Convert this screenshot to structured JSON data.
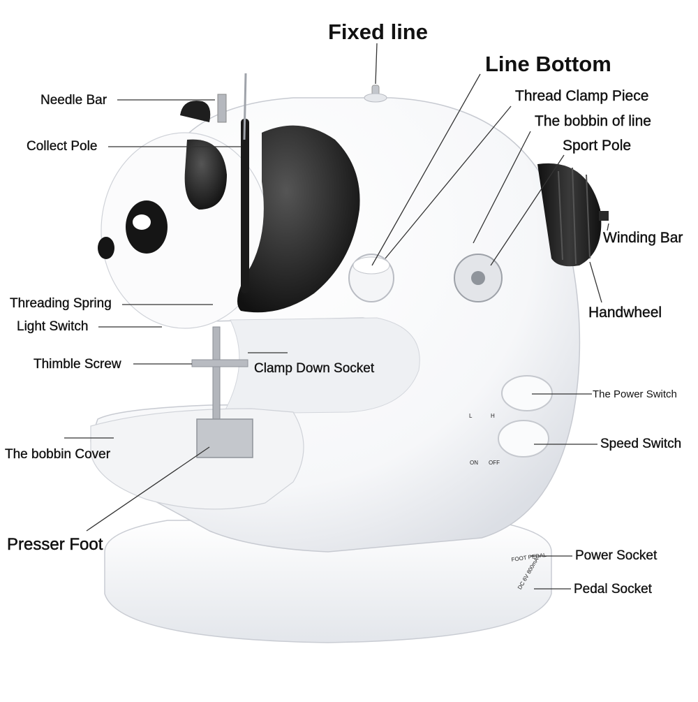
{
  "labels": {
    "fixed_line": "Fixed line",
    "line_bottom": "Line Bottom",
    "thread_clamp_piece": "Thread Clamp Piece",
    "bobbin_of_line": "The bobbin of line",
    "sport_pole": "Sport Pole",
    "winding_bar": "Winding Bar",
    "handwheel": "Handwheel",
    "needle_bar": "Needle Bar",
    "collect_pole": "Collect Pole",
    "threading_spring": "Threading Spring",
    "light_switch": "Light Switch",
    "thimble_screw": "Thimble Screw",
    "clamp_down_socket": "Clamp Down Socket",
    "power_switch": "The Power Switch",
    "speed_switch": "Speed Switch",
    "bobbin_cover": "The bobbin Cover",
    "presser_foot": "Presser Foot",
    "power_socket": "Power Socket",
    "pedal_socket": "Pedal Socket"
  },
  "switch_marks": {
    "low": "L",
    "high": "H",
    "on": "ON",
    "off": "OFF"
  },
  "socket_marks": {
    "foot_pedal": "FOOT PEDAL",
    "dc_input": "DC 6V 800mA"
  },
  "colors": {
    "body": "#ffffff",
    "shadow": "#dfe2e8",
    "black_part": "#1c1c1c",
    "metal": "#b9bcc2",
    "leader_line": "#333333"
  }
}
